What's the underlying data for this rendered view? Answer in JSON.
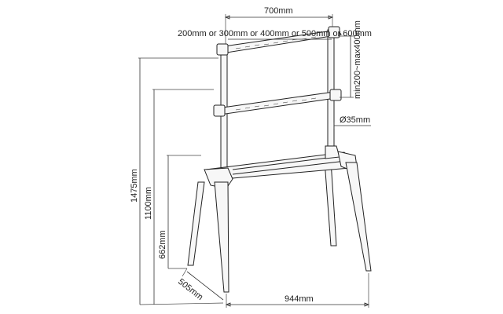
{
  "diagram": {
    "labels": {
      "width_700": "700mm",
      "vesa_widths": "200mm or 300mm or 400mm or 500mm or 600mm",
      "vesa_heights": "min200~max400mm",
      "pole_diameter": "Ø35mm",
      "height_1475": "1475mm",
      "height_1100": "1100mm",
      "height_662": "662mm",
      "depth_505": "505mm",
      "width_944": "944mm"
    }
  }
}
